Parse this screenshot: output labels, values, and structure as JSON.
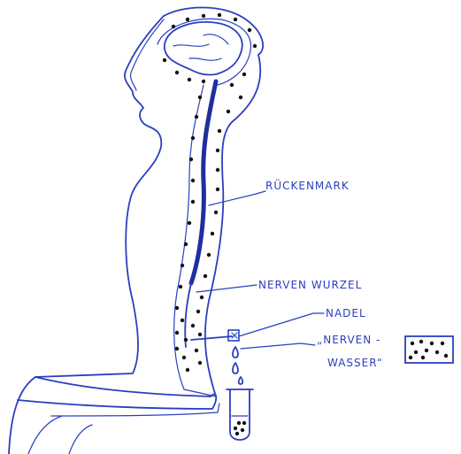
{
  "labels": {
    "rueckenmark": "RÜCKENMARK",
    "nervenwurzel": "NERVEN WURZEL",
    "nadel": "NADEL",
    "nervenwasser_line1": "„NERVEN -",
    "nervenwasser_line2": "WASSER“"
  },
  "colors": {
    "ink": "#2a3fc0",
    "dots": "#111111"
  }
}
